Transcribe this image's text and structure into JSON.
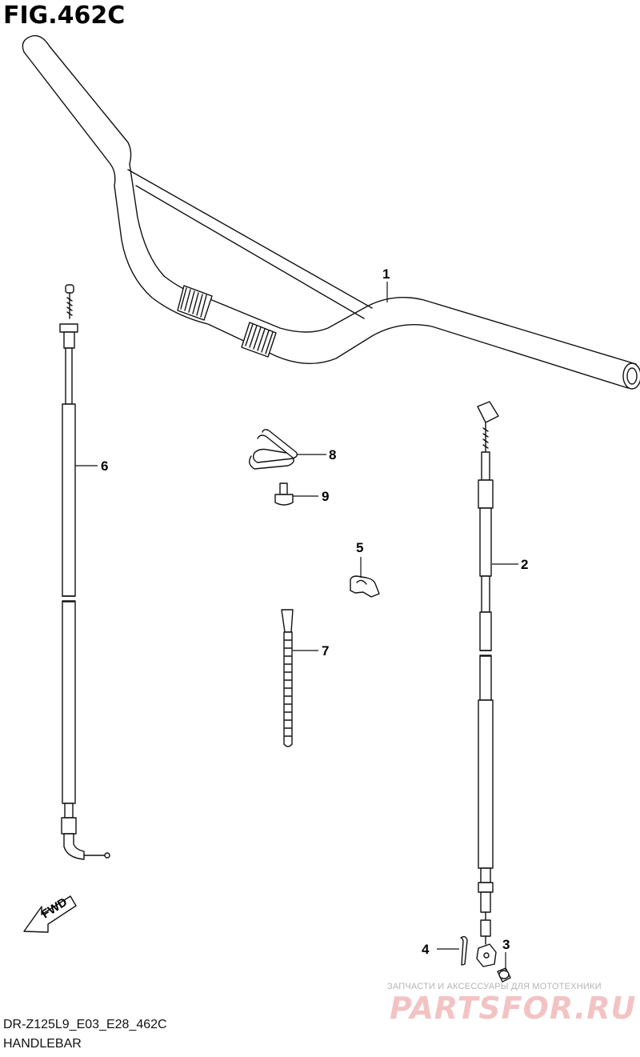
{
  "figure": {
    "title": "FIG.462C",
    "code": "DR-Z125L9_E03_E28_462C",
    "name": "HANDLEBAR"
  },
  "fwd_label": "FWD",
  "watermark": {
    "tagline": "ЗАПЧАСТИ И АКСЕССУАРЫ ДЛЯ МОТОТЕХНИКИ",
    "logo": "PARTSFOR.RU"
  },
  "callouts": [
    "1",
    "2",
    "3",
    "4",
    "5",
    "6",
    "7",
    "8",
    "9"
  ]
}
